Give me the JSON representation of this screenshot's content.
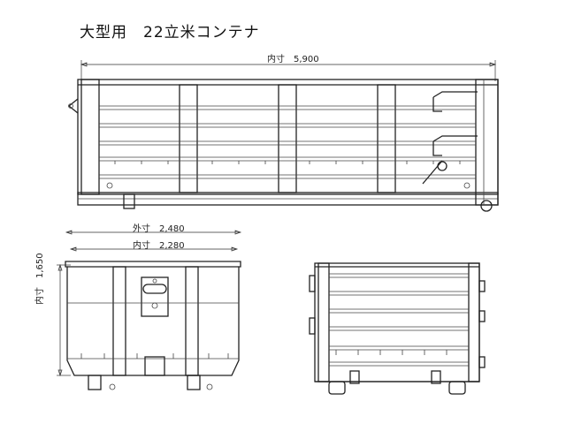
{
  "title": "大型用　22立米コンテナ",
  "dimensions": {
    "side_inner_length": "内寸　5,900",
    "front_outer_width": "外寸　2,480",
    "front_inner_width": "内寸　2,280",
    "front_inner_height": "内寸　1,650"
  }
}
